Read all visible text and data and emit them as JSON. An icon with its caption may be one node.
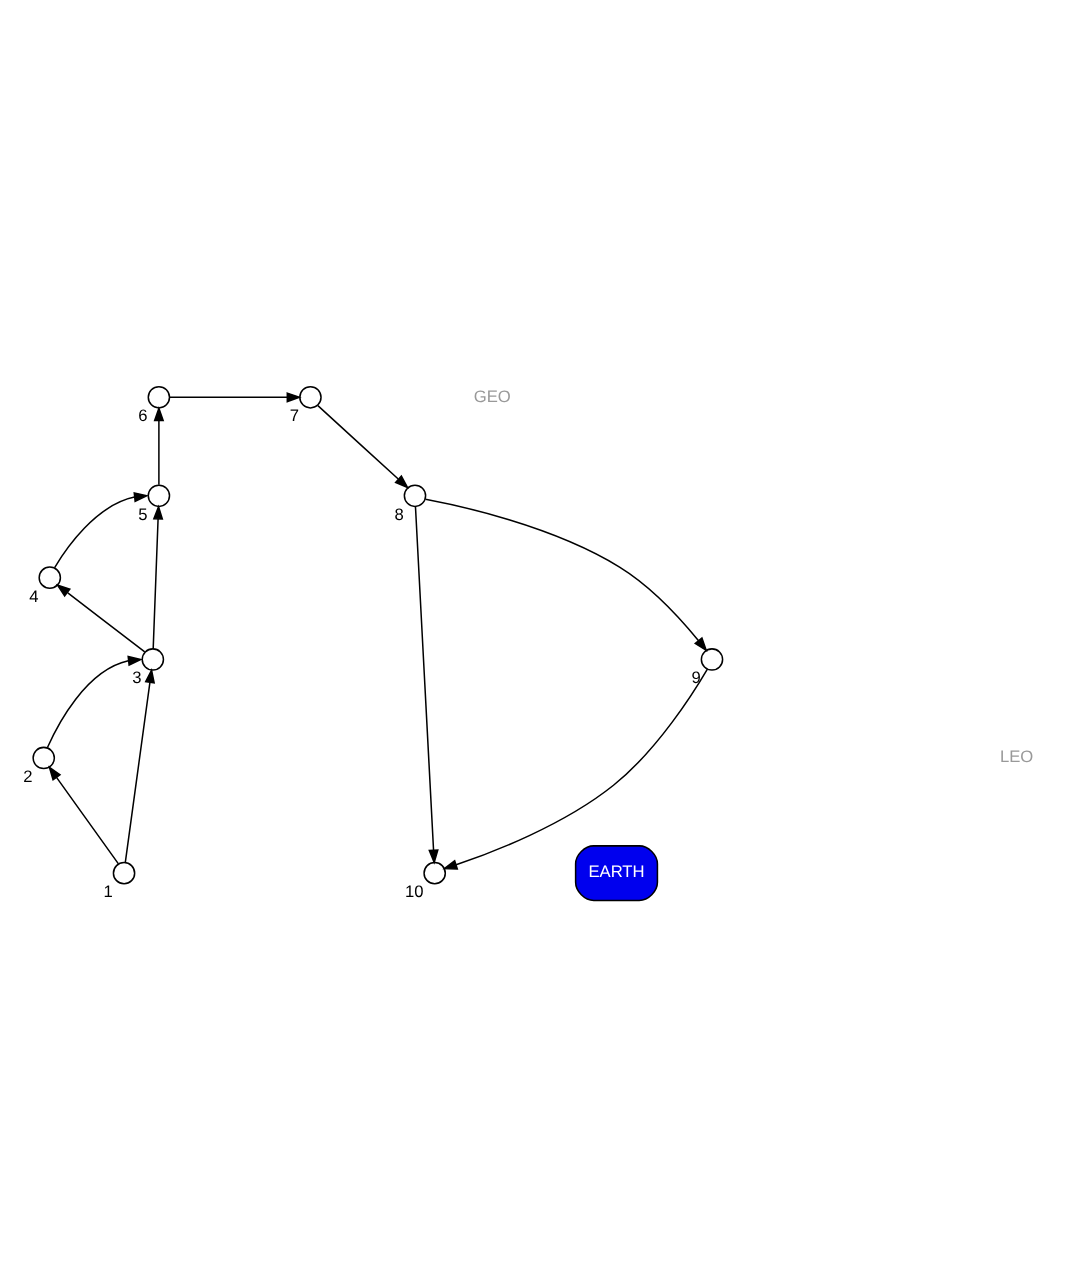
{
  "diagram": {
    "nodes": [
      {
        "text": [],
        "shape": "circle",
        "beside": [
          "1"
        ]
      },
      {
        "text": [],
        "shape": "circle",
        "beside": [
          "2"
        ]
      },
      {
        "text": [],
        "shape": "circle",
        "beside": [
          "3"
        ]
      },
      {
        "text": [],
        "shape": "circle",
        "beside": [
          "4"
        ]
      },
      {
        "text": [],
        "shape": "circle",
        "beside": [
          "5"
        ]
      },
      {
        "text": [],
        "shape": "circle",
        "beside": [
          "6"
        ]
      },
      {
        "text": [],
        "shape": "circle",
        "beside": [
          "7"
        ]
      },
      {
        "text": [],
        "shape": "circle",
        "beside": [
          "8"
        ]
      },
      {
        "text": [],
        "shape": "circle",
        "beside": [
          "9"
        ]
      },
      {
        "text": [],
        "shape": "circle",
        "beside": [
          "10"
        ]
      },
      {
        "text": [
          "EARTH"
        ]
      }
    ],
    "edges": [
      {
        "from": 0,
        "to": 1,
        "arrow": "to"
      },
      {
        "from": 1,
        "to": 2,
        "arrow": "to"
      },
      {
        "from": 0,
        "to": 2,
        "arrow": "to"
      },
      {
        "from": 2,
        "to": 3,
        "arrow": "to"
      },
      {
        "from": 3,
        "to": 4,
        "arrow": "to"
      },
      {
        "from": 2,
        "to": 4,
        "arrow": "to"
      },
      {
        "from": 4,
        "to": 5,
        "arrow": "to"
      },
      {
        "from": 5,
        "to": 6,
        "arrow": "to"
      },
      {
        "from": 6,
        "to": 7,
        "arrow": "to"
      },
      {
        "from": 7,
        "to": 8,
        "arrow": "to"
      },
      {
        "from": 7,
        "to": 9,
        "arrow": "to"
      },
      {
        "from": 8,
        "to": 9,
        "arrow": "to"
      }
    ],
    "labels": [
      "GEO",
      "LEO"
    ]
  }
}
